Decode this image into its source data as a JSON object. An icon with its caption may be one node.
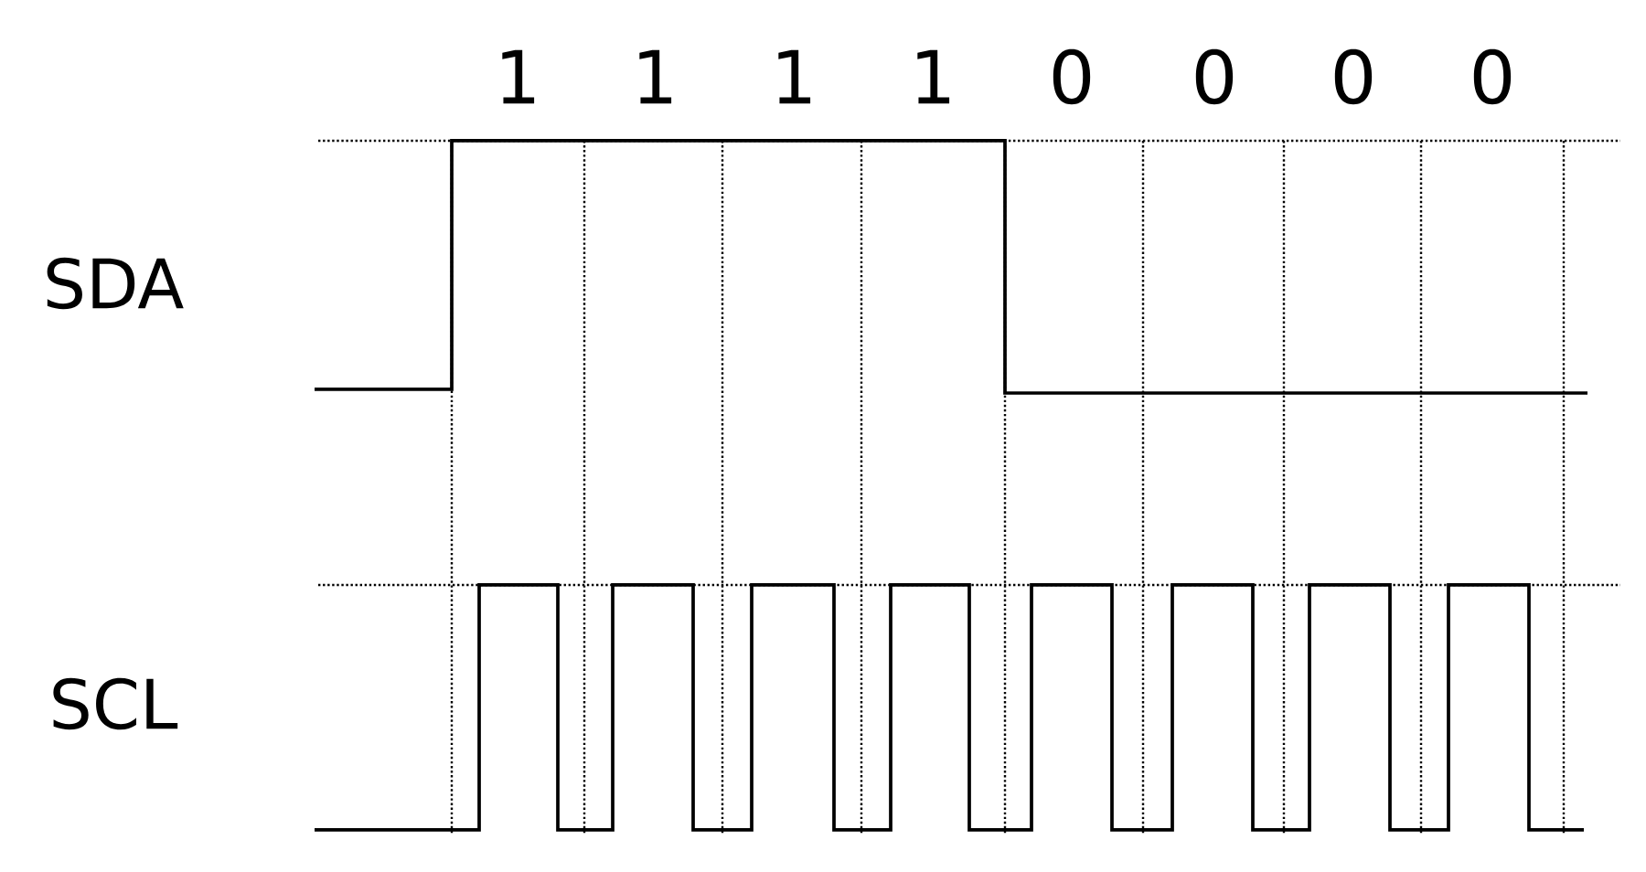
{
  "diagram": {
    "labels": [
      "1",
      "1",
      "1",
      "1",
      "0",
      "0",
      "0",
      "0",
      "SDA",
      "SCL"
    ]
  }
}
